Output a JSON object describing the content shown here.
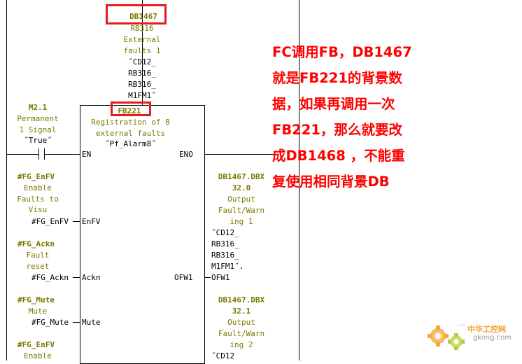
{
  "top_block": {
    "db_name": "DB1467",
    "lines": [
      "RB316",
      "External",
      "faults 1",
      "˝CD12_",
      "RB316_",
      "RB316_",
      "M1FM1˝"
    ]
  },
  "fb_block": {
    "name": "FB221",
    "desc1": "Registration of 8",
    "desc2": "external faults",
    "symbol": "˝Pf_Alarm8˝",
    "pin_en": "EN",
    "pin_eno": "ENO",
    "pin_enfv": "EnFV",
    "pin_ackn": "Ackn",
    "pin_mute": "Mute",
    "pin_ofw1": "OFW1"
  },
  "contact": {
    "address": "M2.1",
    "comment1": "Permanent",
    "comment2": "1 Signal",
    "symbol": "˝True˝"
  },
  "inputs": {
    "enfv": {
      "tag": "#FG_EnFV",
      "comment": [
        "Enable",
        "Faults to",
        "Visu"
      ],
      "wire": "#FG_EnFV"
    },
    "ackn": {
      "tag": "#FG_Ackn",
      "comment": [
        "Fault",
        "reset"
      ],
      "wire": "#FG_Ackn"
    },
    "mute": {
      "tag": "#FG_Mute",
      "comment": [
        "Mute"
      ],
      "wire": "#FG_Mute"
    },
    "enfv2": {
      "tag": "#FG_EnFV",
      "comment": [
        "Enable"
      ]
    }
  },
  "outputs": {
    "ofw1": {
      "addr1": "DB1467.DBX",
      "addr2": "32.0",
      "comment": [
        "Output",
        "Fault/Warn",
        "ing 1"
      ],
      "symbol": [
        "˝CD12_",
        "RB316_",
        "RB316_",
        "M1FM1˝."
      ],
      "wire": "OFW1"
    },
    "ofw2": {
      "addr1": "DB1467.DBX",
      "addr2": "32.1",
      "comment": [
        "Output",
        "Fault/Warn",
        "ing 2"
      ],
      "symbol": [
        "˝CD12"
      ]
    }
  },
  "annotation": {
    "lines": [
      "FC调用FB，DB1467",
      "就是FB221的背景数",
      "据，如果再调用一次",
      "FB221，那么就要改",
      "成DB1468 ，不能重",
      "复使用相同背景DB"
    ]
  },
  "watermark": {
    "brand": "中华工控网",
    "url": "gkong.com"
  },
  "colors": {
    "annotation": "#ff0000",
    "highlight_box": "#e41c1c",
    "label_olive": "#7a7a00",
    "logo_orange": "#f39a1e"
  }
}
